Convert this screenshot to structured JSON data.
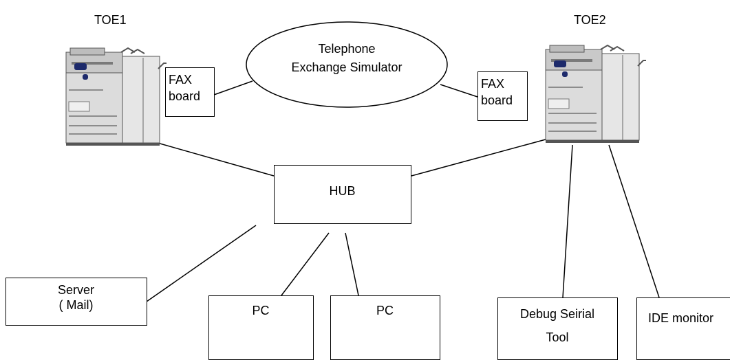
{
  "labels": {
    "toe1": "TOE1",
    "toe2": "TOE2",
    "exchange_line1": "Telephone",
    "exchange_line2": "Exchange Simulator",
    "fax1_line1": "FAX",
    "fax1_line2": "board",
    "fax2_line1": "FAX",
    "fax2_line2": "board",
    "hub": "HUB",
    "server_line1": "Server",
    "server_line2": "( Mail)",
    "pc1": "PC",
    "pc2": "PC",
    "debug_line1": "Debug Seirial",
    "debug_line2": "Tool",
    "ide": "IDE monitor"
  },
  "icons": {
    "printer": "multifunction-printer-icon"
  }
}
